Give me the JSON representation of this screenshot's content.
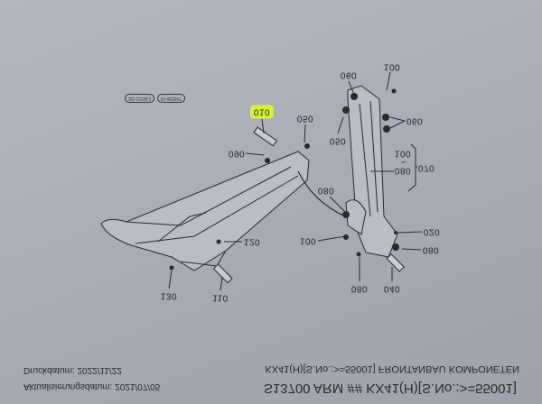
{
  "footer": {
    "title": "S13700 ARM ## KX41(H)[S.No.:>=55001]",
    "subtitle": "KX41(H)[S.No.:>=55001] FRONTANBAU KOMPONETEN",
    "update_date": "Aktualisierungsdatum: 2021/07/05",
    "print_date": "Druckdatum: 2022/11/22"
  },
  "serial_badges": [
    "SD-CDSE3",
    "ID-W3S0T"
  ],
  "highlight_color": "#d8f23a",
  "parts": {
    "p010": "010",
    "p050a": "050",
    "p090a": "090",
    "p100a": "100",
    "p060a": "060",
    "p060b": "060",
    "p050b": "050",
    "p100b": "100",
    "tilde": "~",
    "p080a": "080",
    "p070": "070",
    "p080b": "080",
    "p100c": "100",
    "p020": "020",
    "p080c": "080",
    "p030": "080",
    "p040": "040",
    "p120": "120",
    "p110": "110",
    "p130": "130"
  }
}
